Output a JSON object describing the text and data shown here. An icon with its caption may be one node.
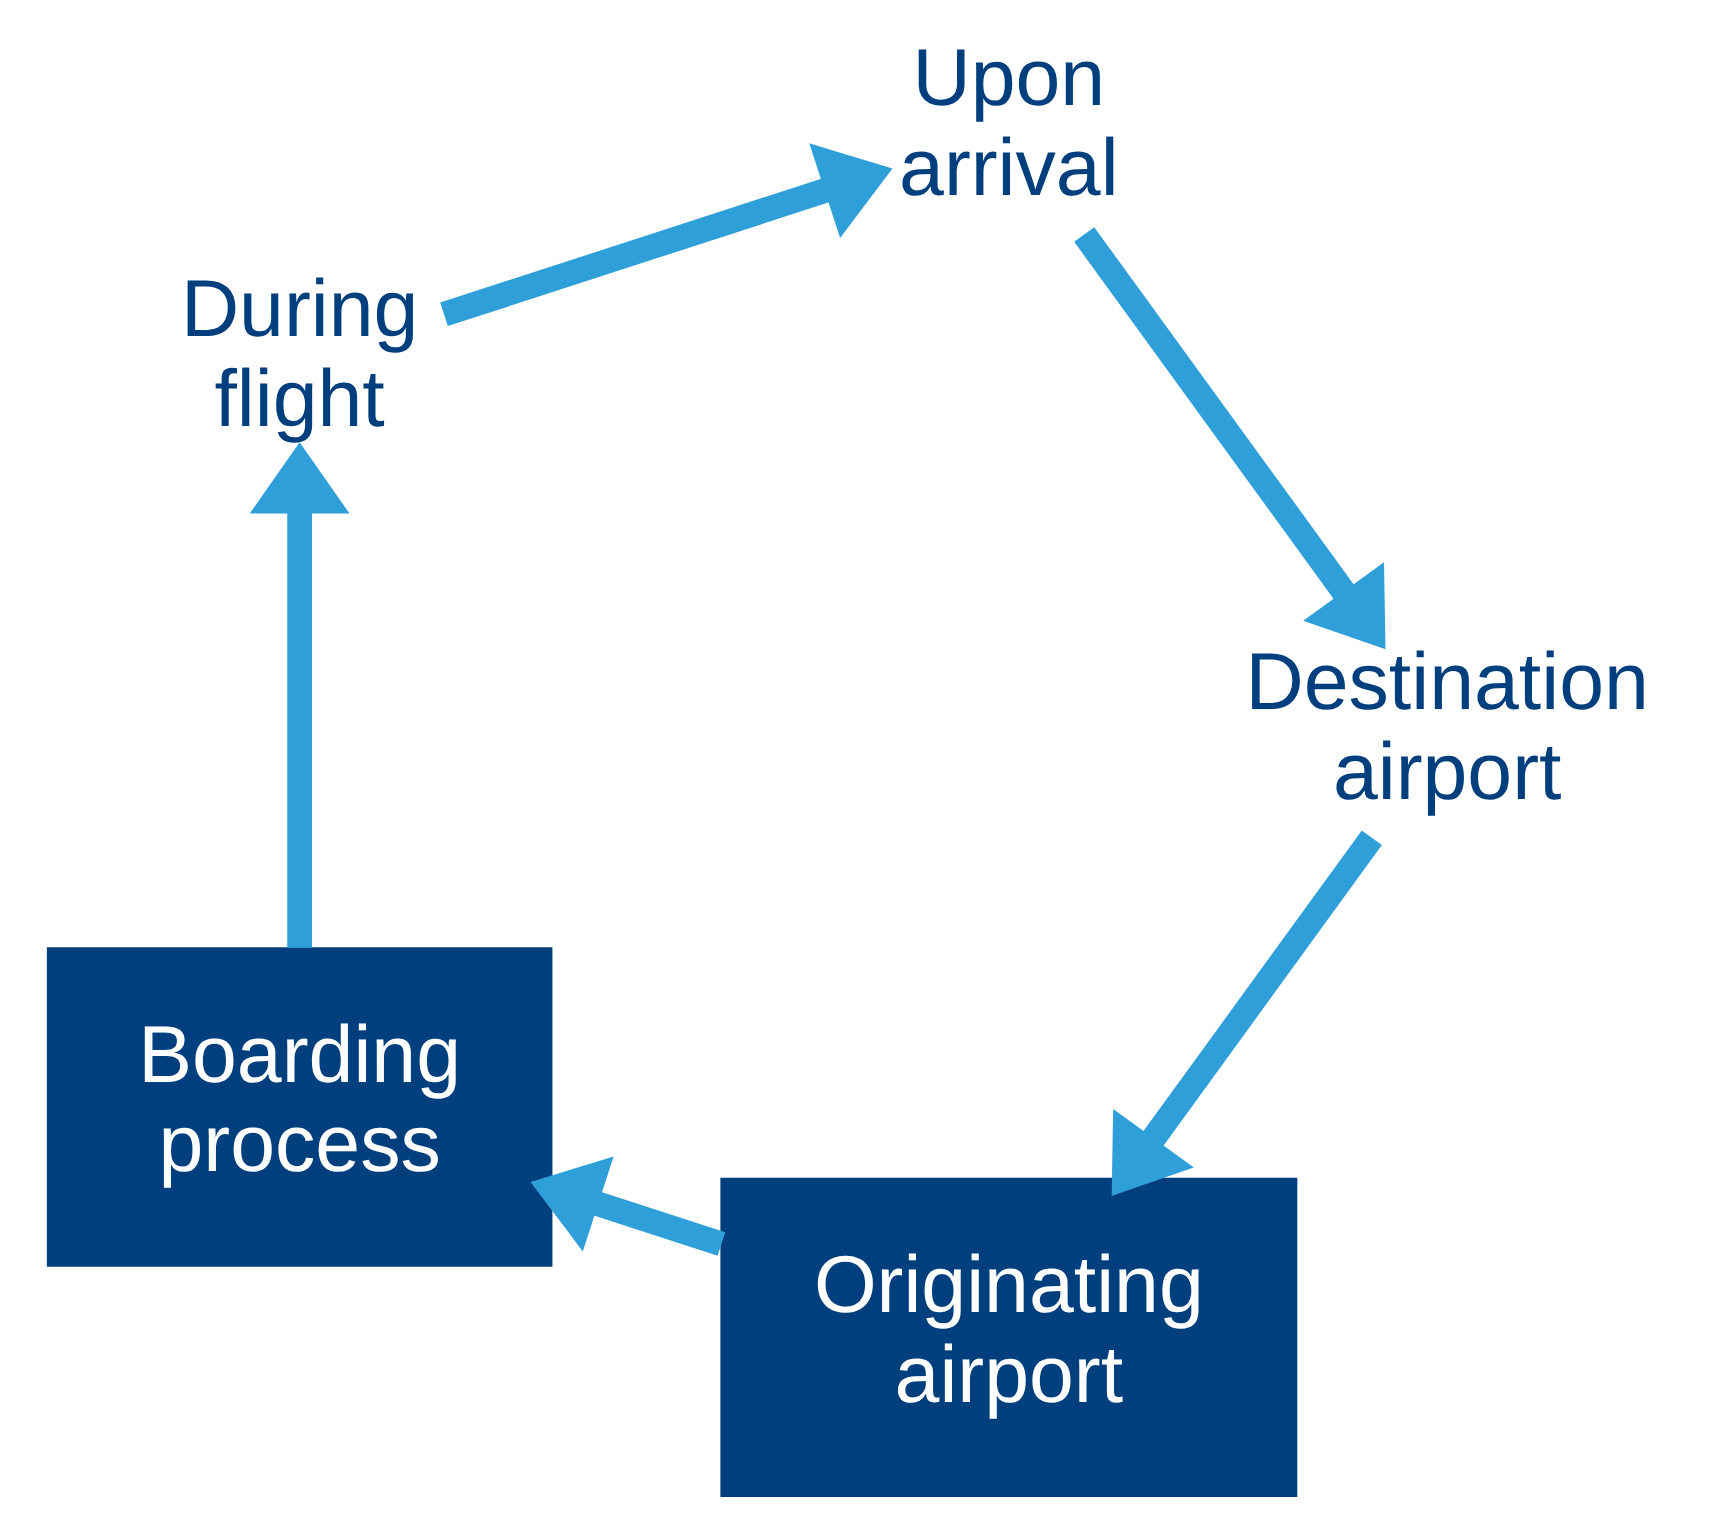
{
  "diagram": {
    "nodes": [
      {
        "text": [
          "Originating airport"
        ]
      },
      {
        "text": [
          "Boarding process"
        ]
      },
      {
        "text": [
          "During flight"
        ]
      },
      {
        "text": [
          "Upon arrival"
        ]
      },
      {
        "text": [
          "Destination airport"
        ]
      }
    ],
    "edges": [
      {
        "from": 0,
        "to": 1,
        "arrow": "to"
      },
      {
        "from": 1,
        "to": 2,
        "arrow": "to"
      },
      {
        "from": 2,
        "to": 3,
        "arrow": "to"
      },
      {
        "from": 3,
        "to": 4,
        "arrow": "to"
      },
      {
        "from": 4,
        "to": 0,
        "arrow": "to"
      }
    ]
  }
}
